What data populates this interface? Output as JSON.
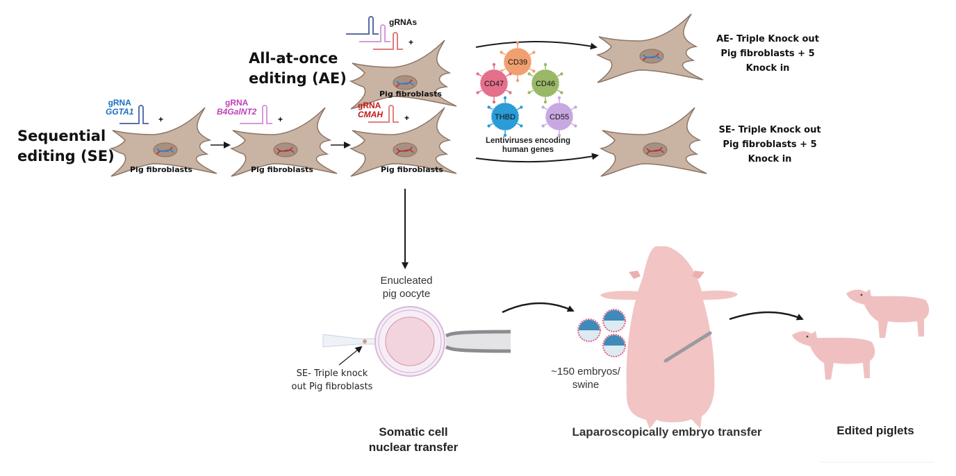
{
  "figure": {
    "sequential_title_line1": "Sequential",
    "sequential_title_line2": "editing (SE)",
    "allatonce_title_line1": "All-at-once",
    "allatonce_title_line2": "editing (AE)",
    "cell_label": "Pig fibroblasts",
    "grna_word": "gRNA",
    "grnas_label": "gRNAs",
    "plus_sign": "+",
    "grna_targets": [
      {
        "gene": "GGTA1",
        "color": "#1a6fc0"
      },
      {
        "gene": "B4GalNT2",
        "color": "#c040b8"
      },
      {
        "gene": "CMAH",
        "color": "#c01818"
      }
    ],
    "lentiviruses": [
      {
        "name": "CD39",
        "color": "#f0a070"
      },
      {
        "name": "CD47",
        "color": "#e4708c"
      },
      {
        "name": "CD46",
        "color": "#9ab868"
      },
      {
        "name": "THBD",
        "color": "#2a9cd8"
      },
      {
        "name": "CD55",
        "color": "#c8a8e0"
      }
    ],
    "lentivirus_caption_line1": "Lentiviruses encoding",
    "lentivirus_caption_line2": "human genes",
    "ae_result": [
      "AE- Triple Knock out",
      "Pig fibroblasts + 5",
      "Knock in"
    ],
    "se_result": [
      "SE- Triple Knock out",
      "Pig fibroblasts + 5",
      "Knock in"
    ],
    "oocyte_label_line1": "Enucleated",
    "oocyte_label_line2": "pig oocyte",
    "donor_cell_callout_line1": "SE- Triple knock",
    "donor_cell_callout_line2": "out Pig fibroblasts",
    "embryo_count_line1": "~150 embryos/",
    "embryo_count_line2": "swine",
    "step_scnt_line1": "Somatic cell",
    "step_scnt_line2": "nuclear transfer",
    "step_transfer": "Laparoscopically embryo transfer",
    "step_piglets": "Edited piglets"
  }
}
